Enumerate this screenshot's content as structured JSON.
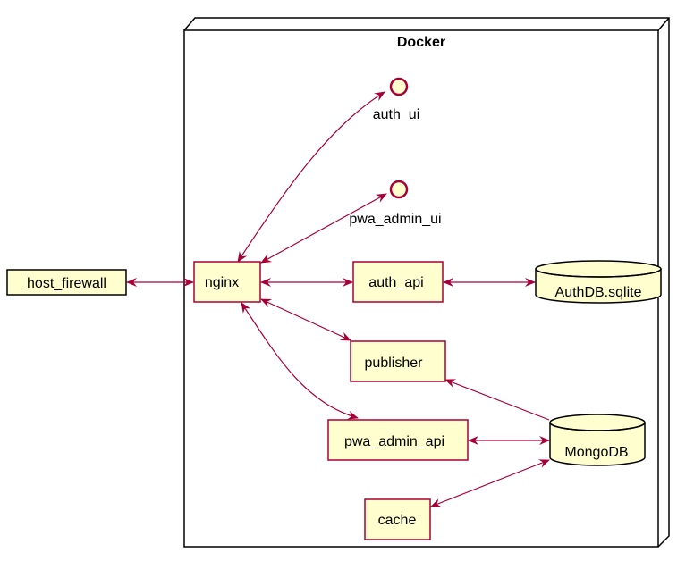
{
  "diagram": {
    "container_title": "Docker",
    "colors": {
      "node_fill": "#FEFECE",
      "node_border": "#A80036",
      "edge": "#A80036",
      "frame": "#000000"
    },
    "nodes": {
      "host_firewall": "host_firewall",
      "nginx": "nginx",
      "auth_ui": "auth_ui",
      "pwa_admin_ui": "pwa_admin_ui",
      "auth_api": "auth_api",
      "authdb": "AuthDB.sqlite",
      "publisher": "publisher",
      "pwa_admin_api": "pwa_admin_api",
      "mongodb": "MongoDB",
      "cache": "cache"
    }
  }
}
